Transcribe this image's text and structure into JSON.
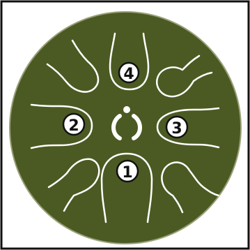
{
  "colors": {
    "background": "#ffffff",
    "frame": "#111111",
    "drum_fill": "#4b5a22",
    "drum_outline": "#9aa07a",
    "tongue_line": "#ffffff",
    "badge_fill": "#ffffff",
    "badge_text": "#111111"
  },
  "drum": {
    "icon": "tongue-drum-note-layout-icon",
    "center_logo_icon": "center-logo-icon",
    "note_badges": [
      {
        "id": "note-1",
        "label": "1"
      },
      {
        "id": "note-2",
        "label": "2"
      },
      {
        "id": "note-3",
        "label": "3"
      },
      {
        "id": "note-4",
        "label": "4"
      }
    ]
  }
}
